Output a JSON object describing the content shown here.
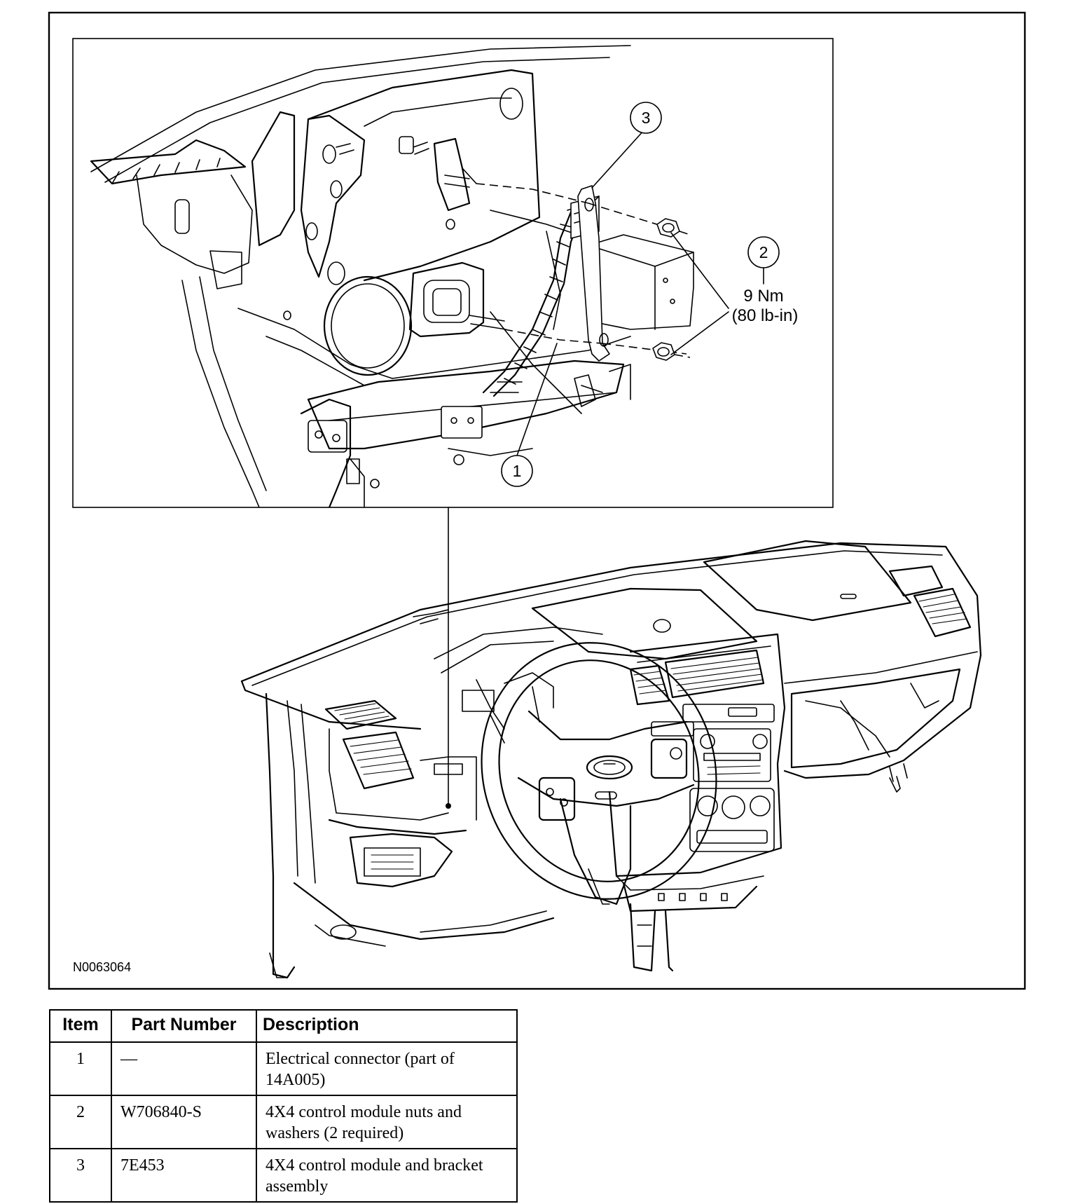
{
  "figure": {
    "id": "N0063064",
    "callouts": [
      {
        "number": "1"
      },
      {
        "number": "2"
      },
      {
        "number": "3"
      }
    ],
    "torque": {
      "metric": "9 Nm",
      "imperial": "(80 lb-in)"
    }
  },
  "parts_table": {
    "headers": {
      "item": "Item",
      "part_number": "Part Number",
      "description": "Description"
    },
    "rows": [
      {
        "item": "1",
        "part_number": "—",
        "description": "Electrical connector (part of 14A005)"
      },
      {
        "item": "2",
        "part_number": "W706840-S",
        "description": "4X4 control module nuts and washers (2 required)"
      },
      {
        "item": "3",
        "part_number": "7E453",
        "description": "4X4 control module and bracket assembly"
      }
    ]
  }
}
